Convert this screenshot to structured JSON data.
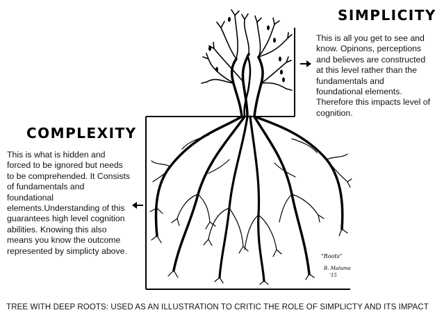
{
  "simplicity": {
    "title": "SIMPLICITY",
    "text": "This is all you get to see and know. Opinons, perceptions and believes are constructed at this level rather than the fundamentals and foundational elements. Therefore this impacts level of cognition."
  },
  "complexity": {
    "title": "COMPLEXITY",
    "text": "This is what is hidden and forced to be ignored but needs to be comprehended. It Consists of fundamentals and foundational elements.Understanding of this guarantees high level cognition abilities. Knowing this also means you know the outcome represented by simplicty above."
  },
  "caption": "TREE WITH DEEP ROOTS: USED AS AN ILLUSTRATION TO CRITIC THE ROLE OF SIMPLICTY AND ITS IMPACT",
  "signature": {
    "label": "\"Roots\"",
    "artist": "R. Maluma",
    "year": "'15"
  },
  "icons": {
    "arrow_right": "arrow-right-icon",
    "arrow_left": "arrow-left-icon"
  },
  "colors": {
    "ink": "#000000",
    "background": "#ffffff"
  }
}
